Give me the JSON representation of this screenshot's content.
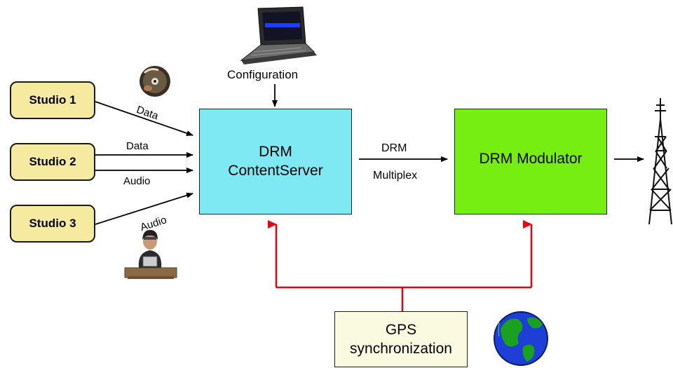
{
  "studios": [
    {
      "label": "Studio 1"
    },
    {
      "label": "Studio 2"
    },
    {
      "label": "Studio 3"
    }
  ],
  "links": {
    "studio1_data": "Data",
    "studio2_data": "Data",
    "studio2_audio": "Audio",
    "studio3_audio": "Audio",
    "configuration": "Configuration",
    "multiplex_line1": "DRM",
    "multiplex_line2": "Multiplex"
  },
  "content_server": {
    "line1": "DRM",
    "line2": "ContentServer"
  },
  "modulator": {
    "label": "DRM Modulator"
  },
  "gps": {
    "line1": "GPS",
    "line2": "synchronization"
  },
  "icons": [
    "laptop-icon",
    "cd-disc-icon",
    "presenter-icon",
    "globe-icon",
    "transmitter-tower-icon"
  ],
  "colors": {
    "studio_fill": "#f5eaa0",
    "content_server_fill": "#7fe9f3",
    "modulator_fill": "#77ee11",
    "gps_fill": "#fafae0",
    "sync_line": "#e8000b"
  }
}
